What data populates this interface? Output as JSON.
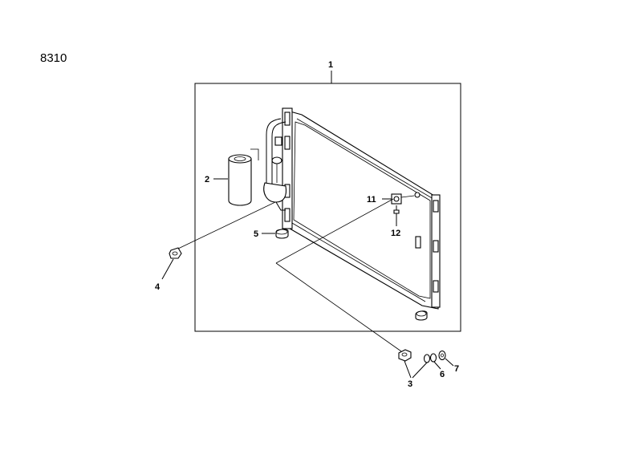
{
  "diagram": {
    "code": "8310",
    "callouts": {
      "c1": "1",
      "c2": "2",
      "c3": "3",
      "c4": "4",
      "c5": "5",
      "c6": "6",
      "c7": "7",
      "c11": "11",
      "c12": "12"
    }
  }
}
